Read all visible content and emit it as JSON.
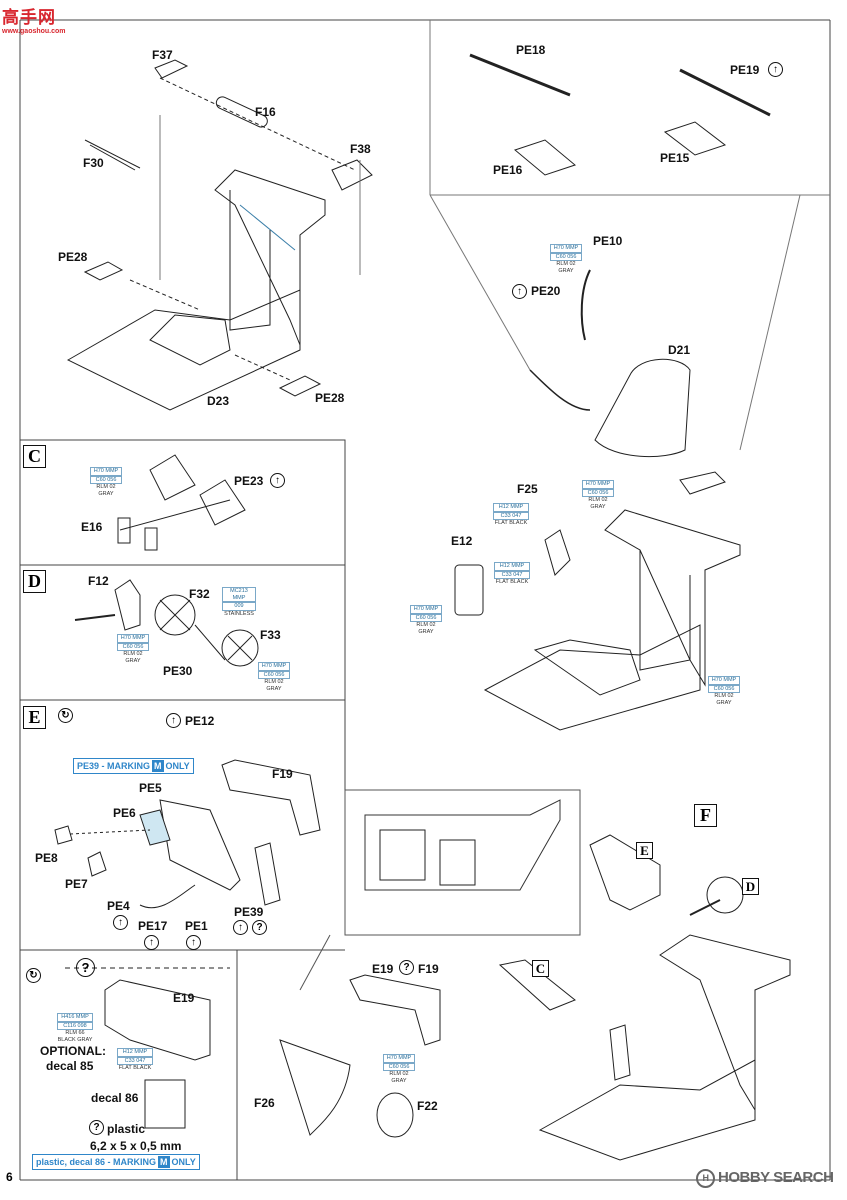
{
  "logo_top_left": {
    "text": "高手网",
    "sub": "www.gaoshou.com"
  },
  "logo_bottom_right": {
    "text": "HOBBY SEARCH"
  },
  "page_number": "6",
  "sections": {
    "C": "C",
    "D": "D",
    "E": "E",
    "F": "F",
    "F_ref_E": "E",
    "F_ref_D": "D",
    "F_ref_C": "C"
  },
  "labels": {
    "F37": "F37",
    "F16": "F16",
    "F38": "F38",
    "F30": "F30",
    "PE28a": "PE28",
    "PE28b": "PE28",
    "D23": "D23",
    "PE18": "PE18",
    "PE19": "PE19",
    "PE16": "PE16",
    "PE15": "PE15",
    "PE10": "PE10",
    "PE20": "PE20",
    "D21": "D21",
    "F25": "F25",
    "E12": "E12",
    "PE23": "PE23",
    "E16": "E16",
    "F12": "F12",
    "F32": "F32",
    "F33": "F33",
    "PE30": "PE30",
    "PE12": "PE12",
    "F19": "F19",
    "PE5": "PE5",
    "PE6": "PE6",
    "PE8": "PE8",
    "PE7": "PE7",
    "PE4": "PE4",
    "PE17": "PE17",
    "PE1": "PE1",
    "PE39": "PE39",
    "E19": "E19",
    "E19F19": "E19",
    "F19b": "F19",
    "F26": "F26",
    "F22": "F22"
  },
  "paint_codes": {
    "rlm02": {
      "box": "H70 MMP",
      "box2": "C60 056",
      "sub": "RLM 02 GRAY"
    },
    "flatblack": {
      "box": "H12 MMP",
      "box2": "C33 047",
      "sub": "FLAT BLACK"
    },
    "stainless": {
      "box": "MC213 MMP",
      "box2": "009",
      "sub": "STAINLESS"
    },
    "rlm66": {
      "box": "H416 MMP",
      "box2": "C116 098",
      "sub": "RLM 66 BLACK GRAY"
    }
  },
  "marking_box_top": {
    "prefix": "PE39 - MARKING",
    "m": "M",
    "suffix": "ONLY"
  },
  "marking_box_bottom": {
    "prefix": "plastic, decal 86 - MARKING",
    "m": "M",
    "suffix": "ONLY"
  },
  "notes": {
    "optional": "OPTIONAL:",
    "decal85": "decal 85",
    "decal86": "decal 86",
    "plastic": "plastic",
    "size": "6,2 x 5 x 0,5 mm"
  },
  "symbols": {
    "q": "?",
    "arrow": "↑"
  }
}
